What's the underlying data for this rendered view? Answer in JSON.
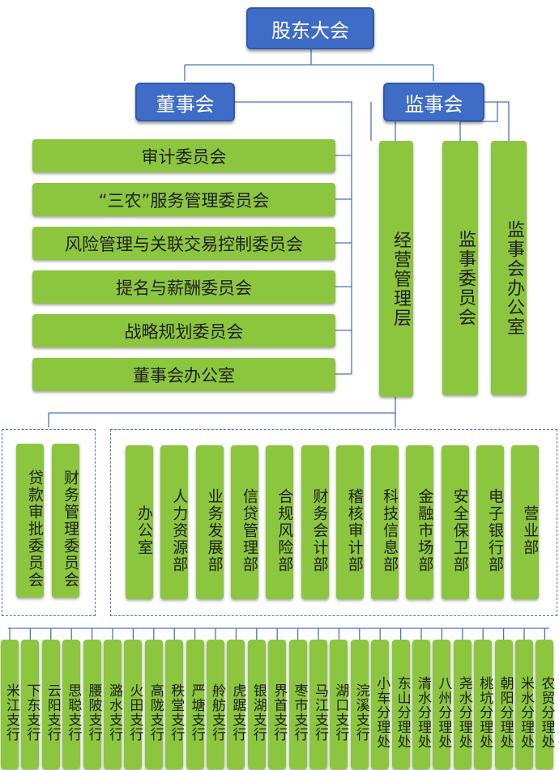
{
  "top": {
    "shareholders": "股东大会",
    "board": "董事会",
    "supervisory": "监事会"
  },
  "board_committees": [
    "审计委员会",
    "“三农”服务管理委员会",
    "风险管理与关联交易控制委员会",
    "提名与薪酬委员会",
    "战略规划委员会",
    "董事会办公室"
  ],
  "management": "经营管理层",
  "supervisory_units": [
    "监事委员会",
    "监事会办公室"
  ],
  "committees_left": [
    "贷款审批委员会",
    "财务管理委员会"
  ],
  "departments": [
    "办公室",
    "人力资源部",
    "业务发展部",
    "信贷管理部",
    "合规风险部",
    "财务会计部",
    "稽核审计部",
    "科技信息部",
    "金融市场部",
    "安全保卫部",
    "电子银行部",
    "营业部"
  ],
  "branches": [
    "米江支行",
    "下东支行",
    "云阳支行",
    "思聪支行",
    "腰陂支行",
    "潞水支行",
    "火田支行",
    "高陇支行",
    "秩堂支行",
    "严塘支行",
    "舲舫支行",
    "虎踞支行",
    "银湖支行",
    "界首支行",
    "枣市支行",
    "马江支行",
    "湖口支行",
    "浣溪支行",
    "小车分理处",
    "东山分理处",
    "清水分理处",
    "八州分理处",
    "尧水分理处",
    "桃坑分理处",
    "朝阳分理处",
    "米水分理处",
    "农贸分理处"
  ],
  "colors": {
    "blue": "#3f6cc6",
    "green": "#8cc63e",
    "line": "#4a73b8"
  }
}
